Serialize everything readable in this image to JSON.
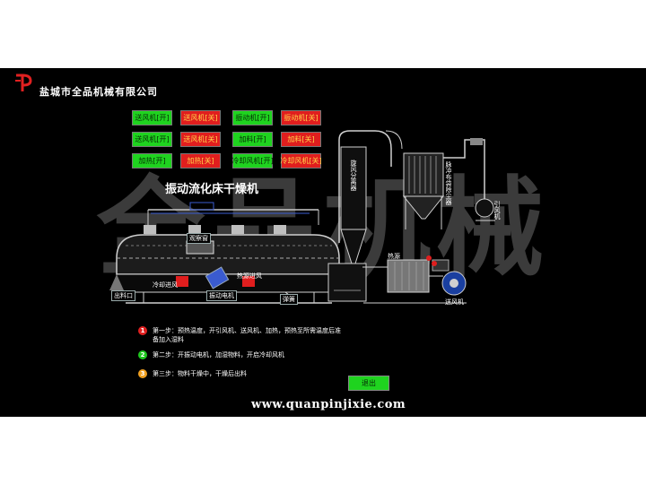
{
  "company": "盐城市全品机械有限公司",
  "watermark": "全品机械",
  "title": "振动流化床干燥机",
  "controls": {
    "col1": [
      {
        "label": "送风机[开]",
        "state": "on"
      },
      {
        "label": "送风机[开]",
        "state": "on"
      },
      {
        "label": "加热[开]",
        "state": "on"
      }
    ],
    "col2": [
      {
        "label": "送风机[关]",
        "state": "off"
      },
      {
        "label": "送风机[关]",
        "state": "off"
      },
      {
        "label": "加热[关]",
        "state": "off"
      }
    ],
    "col3": [
      {
        "label": "振动机[开]",
        "state": "on"
      },
      {
        "label": "加料[开]",
        "state": "on"
      },
      {
        "label": "冷却风机[开]",
        "state": "on"
      }
    ],
    "col4": [
      {
        "label": "振动机[关]",
        "state": "off"
      },
      {
        "label": "加料[关]",
        "state": "off"
      },
      {
        "label": "冷却风机[关]",
        "state": "off"
      }
    ]
  },
  "labels": {
    "observation_window": "观察窗",
    "cooling_air": "冷却进风",
    "hot_air": "热源进风",
    "vibration_motor": "振动电机",
    "discharge": "出料口",
    "spring": "弹簧",
    "cyclone": "旋风分离器",
    "bag_filter": "脉冲布袋除尘器",
    "induced_fan": "引风机",
    "heater": "热源",
    "blower": "送风机"
  },
  "steps": [
    {
      "num": "1",
      "color": "#e02020",
      "text": "第一步：预热温度，开引风机、送风机、加热，预热至所需温度后准备加入湿料"
    },
    {
      "num": "2",
      "color": "#1fc81f",
      "text": "第二步：开振动电机，加湿物料，开启冷却风机"
    },
    {
      "num": "3",
      "color": "#f0a020",
      "text": "第三步：物料干燥中，干燥后出料"
    }
  ],
  "exit_label": "退出",
  "url": "www.quanpinjixie.com",
  "colors": {
    "on": "#1fd31f",
    "off": "#e01e1e",
    "background": "#000000",
    "watermark": "#3b3b3b"
  }
}
